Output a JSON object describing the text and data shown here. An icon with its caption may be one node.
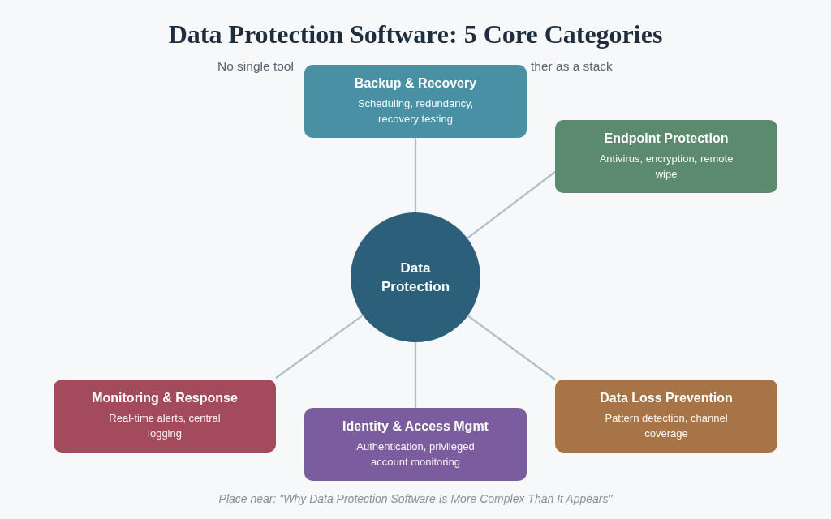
{
  "diagram": {
    "title": "Data Protection Software: 5 Core Categories",
    "caption": "Place near: \"Why Data Protection Software Is More Complex Than It Appears\"",
    "nodes": [
      {
        "text": [
          "Backup & Recovery",
          "Scheduling, redundancy, recovery testing"
        ]
      },
      {
        "text": [
          "Endpoint Protection",
          "Antivirus, encryption, remote wipe"
        ]
      },
      {
        "text": [
          "Data Protection"
        ]
      },
      {
        "text": [
          "Monitoring & Response",
          "Real-time alerts, central logging"
        ]
      },
      {
        "text": [
          "Identity & Access Mgmt",
          "Authentication, privileged account monitoring"
        ]
      },
      {
        "text": [
          "Data Loss Prevention",
          "Pattern detection, channel coverage"
        ]
      }
    ],
    "edges": [
      {
        "from": 2,
        "to": 0,
        "arrow": "none"
      },
      {
        "from": 2,
        "to": 1,
        "arrow": "none"
      },
      {
        "from": 2,
        "to": 3,
        "arrow": "none"
      },
      {
        "from": 2,
        "to": 4,
        "arrow": "none"
      },
      {
        "from": 2,
        "to": 5,
        "arrow": "none"
      }
    ],
    "labels": [
      "No single tool",
      "ther as a stack"
    ]
  }
}
